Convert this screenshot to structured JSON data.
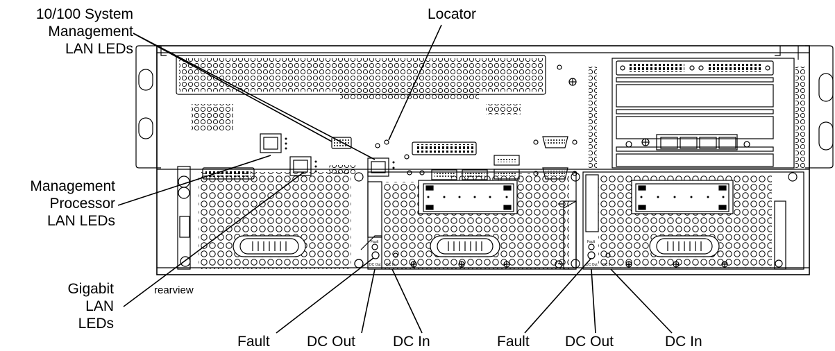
{
  "labels": {
    "sys_mgmt": [
      "10/100 System",
      "Management",
      "LAN LEDs"
    ],
    "locator": "Locator",
    "mgmt_proc": [
      "Management",
      "Processor",
      "LAN LEDs"
    ],
    "gigabit": [
      "Gigabit",
      "LAN",
      "LEDs"
    ],
    "rearview": "rearview",
    "fault_1": "Fault",
    "dc_out_1": "DC Out",
    "dc_in_1": "DC In",
    "fault_2": "Fault",
    "dc_out_2": "DC Out",
    "dc_in_2": "DC In"
  },
  "psu_marks": {
    "fault": "Fault",
    "dc_out": "DC Out",
    "dc_in": "DC In"
  }
}
